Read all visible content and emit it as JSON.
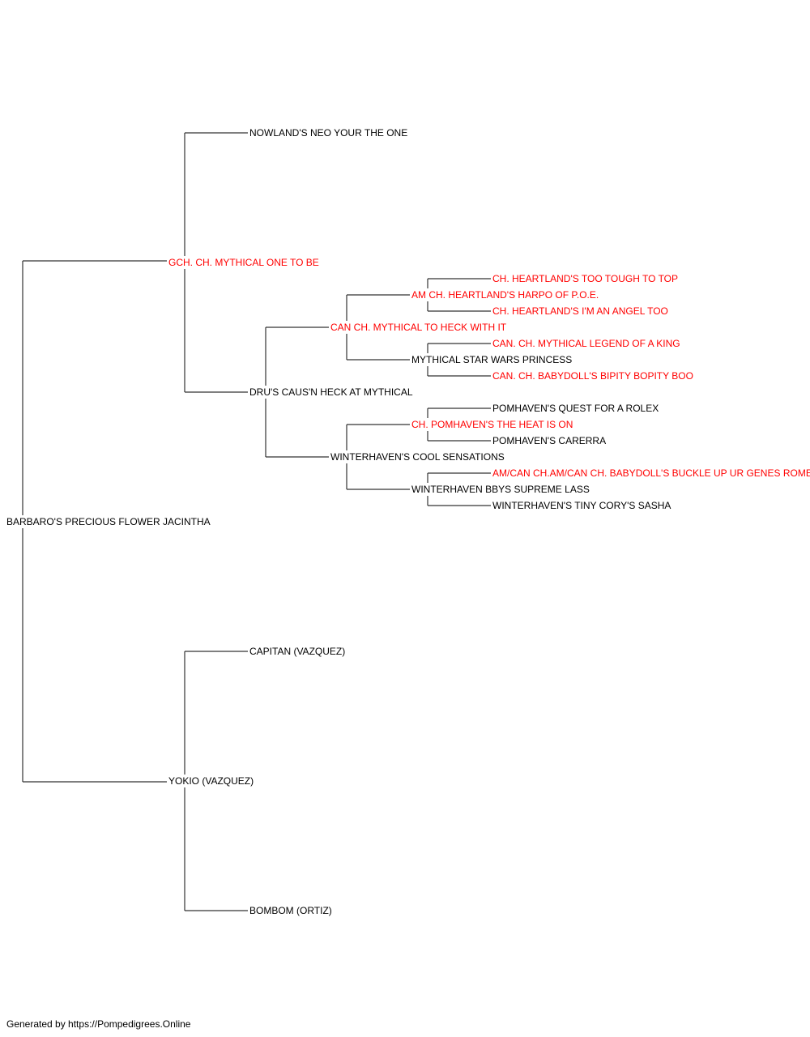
{
  "colors": {
    "champion": "#ff0000",
    "regular": "#000000",
    "line": "#333333"
  },
  "pedigree": {
    "subject": {
      "name": "BARBARO'S PRECIOUS FLOWER JACINTHA",
      "champion": false
    },
    "sire": {
      "name": "GCH. CH. MYTHICAL ONE TO BE",
      "champion": true,
      "sire": {
        "name": "NOWLAND'S NEO YOUR THE ONE",
        "champion": false
      },
      "dam": {
        "name": "DRU'S CAUS'N HECK AT MYTHICAL",
        "champion": false,
        "sire": {
          "name": "CAN CH. MYTHICAL TO HECK WITH IT",
          "champion": true,
          "sire": {
            "name": "AM CH. HEARTLAND'S HARPO OF P.O.E.",
            "champion": true,
            "sire": {
              "name": "CH. HEARTLAND'S TOO TOUGH TO TOP",
              "champion": true
            },
            "dam": {
              "name": "CH. HEARTLAND'S I'M AN ANGEL TOO",
              "champion": true
            }
          },
          "dam": {
            "name": "MYTHICAL STAR WARS PRINCESS",
            "champion": false,
            "sire": {
              "name": "CAN. CH. MYTHICAL LEGEND OF A KING",
              "champion": true
            },
            "dam": {
              "name": "CAN. CH. BABYDOLL'S BIPITY BOPITY BOO",
              "champion": true
            }
          }
        },
        "dam": {
          "name": "WINTERHAVEN'S COOL SENSATIONS",
          "champion": false,
          "sire": {
            "name": "CH. POMHAVEN'S THE HEAT IS ON",
            "champion": true,
            "sire": {
              "name": "POMHAVEN'S QUEST FOR A ROLEX",
              "champion": false
            },
            "dam": {
              "name": "POMHAVEN'S CARERRA",
              "champion": false
            }
          },
          "dam": {
            "name": "WINTERHAVEN BBYS SUPREME LASS",
            "champion": false,
            "sire": {
              "name": "AM/CAN CH.AM/CAN CH. BABYDOLL'S BUCKLE UP UR GENES ROMEO",
              "champion": true
            },
            "dam": {
              "name": "WINTERHAVEN'S TINY CORY'S SASHA",
              "champion": false
            }
          }
        }
      }
    },
    "dam": {
      "name": "YOKIO (VAZQUEZ)",
      "champion": false,
      "sire": {
        "name": "CAPITAN (VAZQUEZ)",
        "champion": false
      },
      "dam": {
        "name": "BOMBOM (ORTIZ)",
        "champion": false
      }
    }
  },
  "footer": {
    "text": "Generated by https://Pompedigrees.Online"
  }
}
